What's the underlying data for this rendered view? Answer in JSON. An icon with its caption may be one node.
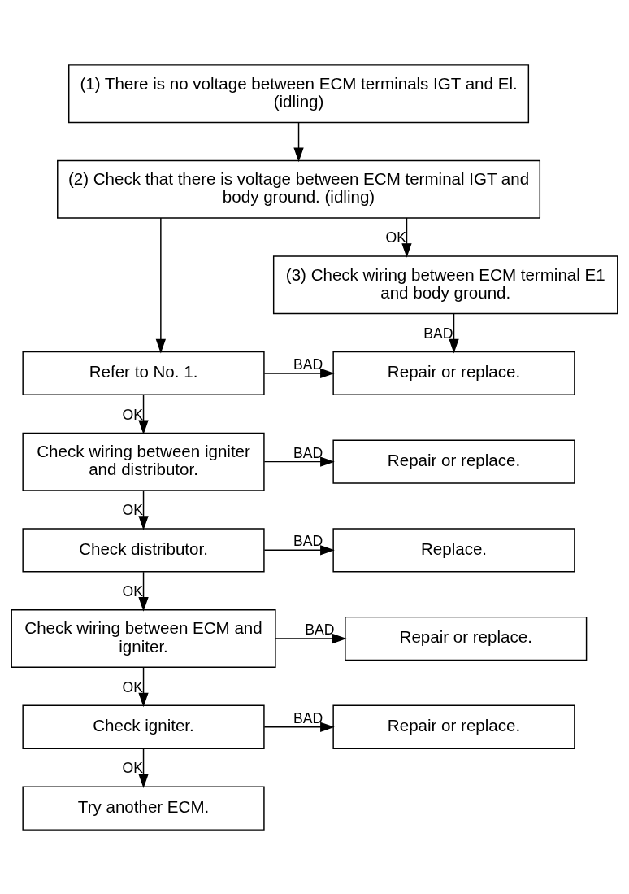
{
  "diagram": {
    "nodes": [
      {
        "text": [
          "(1) There is no voltage between ECM terminals IGT and El. (idling)"
        ]
      },
      {
        "text": [
          "(2) Check that there is voltage between ECM terminal IGT and body ground. (idling)"
        ]
      },
      {
        "text": [
          "(3) Check wiring between ECM terminal E1 and body ground."
        ]
      },
      {
        "text": [
          "Refer to No. 1."
        ]
      },
      {
        "text": [
          "Repair or replace."
        ]
      },
      {
        "text": [
          "Check wiring between igniter and distributor."
        ]
      },
      {
        "text": [
          "Repair or replace."
        ]
      },
      {
        "text": [
          "Check distributor."
        ]
      },
      {
        "text": [
          "Replace."
        ]
      },
      {
        "text": [
          "Check wiring between ECM and igniter."
        ]
      },
      {
        "text": [
          "Repair or replace."
        ]
      },
      {
        "text": [
          "Check igniter."
        ]
      },
      {
        "text": [
          "Repair or replace."
        ]
      },
      {
        "text": [
          "Try another ECM."
        ]
      }
    ],
    "edges": [
      {
        "from": 0,
        "to": 1,
        "arrow": "to"
      },
      {
        "from": 1,
        "to": 2,
        "arrow": "to",
        "label": "OK"
      },
      {
        "from": 2,
        "to": 4,
        "arrow": "to",
        "label": "BAD"
      },
      {
        "from": 1,
        "to": 3,
        "arrow": "to"
      },
      {
        "from": 3,
        "to": 4,
        "arrow": "to",
        "label": "BAD"
      },
      {
        "from": 3,
        "to": 5,
        "arrow": "to",
        "label": "OK"
      },
      {
        "from": 5,
        "to": 6,
        "arrow": "to",
        "label": "BAD"
      },
      {
        "from": 5,
        "to": 7,
        "arrow": "to",
        "label": "OK"
      },
      {
        "from": 7,
        "to": 8,
        "arrow": "to",
        "label": "BAD"
      },
      {
        "from": 7,
        "to": 9,
        "arrow": "to",
        "label": "OK"
      },
      {
        "from": 9,
        "to": 10,
        "arrow": "to",
        "label": "BAD"
      },
      {
        "from": 9,
        "to": 11,
        "arrow": "to",
        "label": "OK"
      },
      {
        "from": 11,
        "to": 12,
        "arrow": "to",
        "label": "BAD"
      },
      {
        "from": 11,
        "to": 13,
        "arrow": "to",
        "label": "OK"
      }
    ]
  }
}
